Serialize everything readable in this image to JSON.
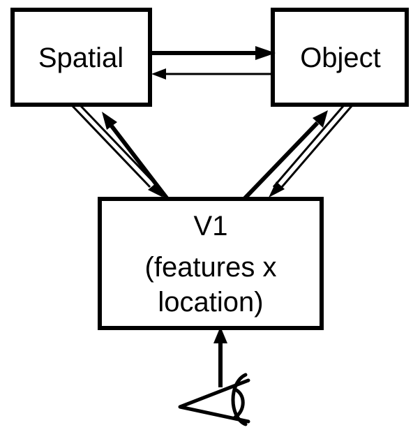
{
  "nodes": {
    "spatial": {
      "label": "Spatial"
    },
    "object": {
      "label": "Object"
    },
    "v1": {
      "line1": "V1",
      "line2": "(features x",
      "line3": "location)"
    }
  },
  "input": {
    "icon": "eye-icon"
  },
  "edges": [
    {
      "from": "spatial",
      "to": "object",
      "weight": "thick"
    },
    {
      "from": "object",
      "to": "spatial",
      "weight": "thin"
    },
    {
      "from": "spatial",
      "to": "v1",
      "weight": "thin"
    },
    {
      "from": "v1",
      "to": "spatial",
      "weight": "thick"
    },
    {
      "from": "object",
      "to": "v1",
      "weight": "thin"
    },
    {
      "from": "v1",
      "to": "object",
      "weight": "thick"
    },
    {
      "from": "eye",
      "to": "v1",
      "weight": "thick"
    }
  ],
  "colors": {
    "stroke": "#000000",
    "background": "#ffffff"
  }
}
